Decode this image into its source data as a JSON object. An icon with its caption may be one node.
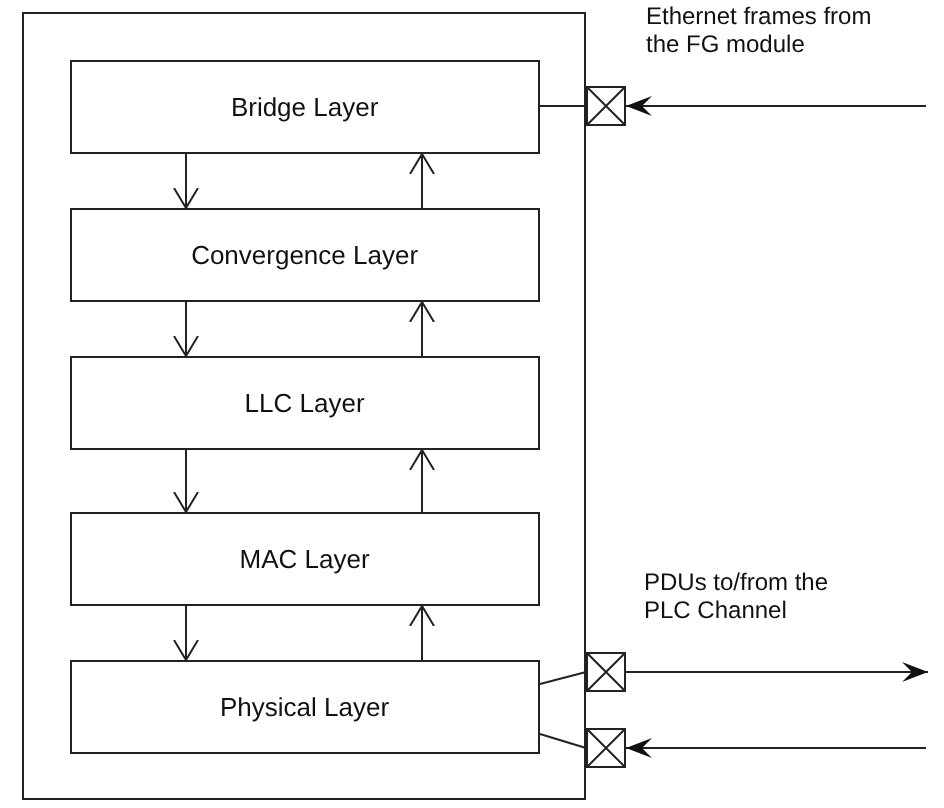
{
  "diagram": {
    "nodes": [
      {
        "text": [],
        "shape": "box"
      },
      {
        "text": [
          "Bridge Layer"
        ],
        "in": 0
      },
      {
        "text": [
          "Convergence Layer"
        ],
        "in": 0
      },
      {
        "text": [
          "LLC Layer"
        ],
        "in": 0
      },
      {
        "text": [
          "MAC Layer"
        ],
        "in": 0
      },
      {
        "text": [
          "Physical Layer"
        ],
        "in": 0
      },
      {
        "text": [],
        "shape": "box"
      },
      {
        "text": [],
        "shape": "box"
      },
      {
        "text": [],
        "shape": "box"
      }
    ],
    "edges": [
      {
        "from": 1,
        "to": 2,
        "arrow": "to"
      },
      {
        "from": 2,
        "to": 1,
        "arrow": "to"
      },
      {
        "from": 2,
        "to": 3,
        "arrow": "to"
      },
      {
        "from": 3,
        "to": 2,
        "arrow": "to"
      },
      {
        "from": 3,
        "to": 4,
        "arrow": "to"
      },
      {
        "from": 4,
        "to": 3,
        "arrow": "to"
      },
      {
        "from": 4,
        "to": 5,
        "arrow": "to"
      },
      {
        "from": 5,
        "to": 4,
        "arrow": "to"
      },
      {
        "from": 1,
        "to": 6,
        "arrow": "none"
      },
      {
        "from": 5,
        "to": 7,
        "arrow": "none"
      },
      {
        "from": 5,
        "to": 8,
        "arrow": "none"
      },
      {
        "from": null,
        "to": 6,
        "arrow": "to"
      },
      {
        "from": 7,
        "to": null,
        "arrow": "to"
      },
      {
        "from": null,
        "to": 8,
        "arrow": "to"
      }
    ],
    "labels": [
      "Ethernet frames from the FG module",
      "PDUs to/from the PLC Channel"
    ]
  }
}
